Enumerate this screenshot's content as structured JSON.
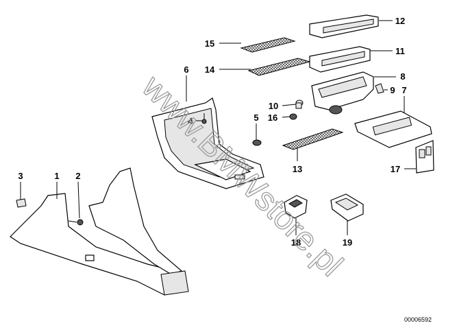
{
  "diagram": {
    "watermark": "www.BMWstore.pl",
    "reference_number": "00006592",
    "part_labels": {
      "p1": "1",
      "p2": "2",
      "p3": "3",
      "p4": "4",
      "p5": "5",
      "p6": "6",
      "p7": "7",
      "p8": "8",
      "p9": "9",
      "p10": "10",
      "p11": "11",
      "p12": "12",
      "p13": "13",
      "p14": "14",
      "p15": "15",
      "p16": "16",
      "p17": "17",
      "p18": "18",
      "p19": "19"
    }
  }
}
